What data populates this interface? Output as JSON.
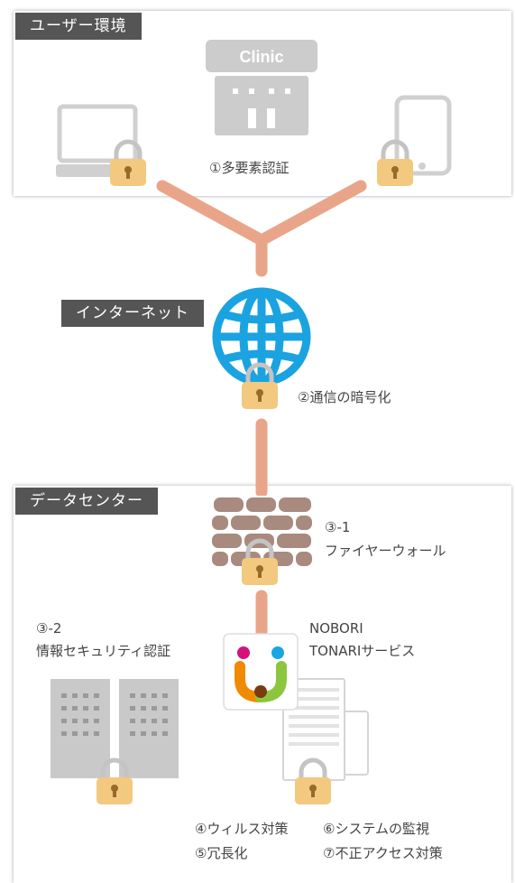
{
  "colors": {
    "connector": "#e9a58a",
    "lock_body": "#f2c97e",
    "lock_shackle": "#c4c4c4",
    "globe": "#1aa3e0",
    "brick": "#a98a7e",
    "building": "#c9c9c9",
    "tag_bg": "#555555"
  },
  "user_env": {
    "tag": "ユーザー環境",
    "clinic_sign": "Clinic",
    "mfa_label": "①多要素認証"
  },
  "internet": {
    "tag": "インターネット",
    "encryption_label": "②通信の暗号化"
  },
  "datacenter": {
    "tag": "データセンター",
    "firewall_label_1": "③-1",
    "firewall_label_2": "ファイヤーウォール",
    "cert_label_1": "③-2",
    "cert_label_2": "情報セキュリティ認証",
    "service_label_1": "NOBORI",
    "service_label_2": "TONARIサービス",
    "measures": {
      "virus": "④ウィルス対策",
      "redundancy": "⑤冗長化",
      "monitoring": "⑥システムの監視",
      "intrusion": "⑦不正アクセス対策"
    }
  }
}
